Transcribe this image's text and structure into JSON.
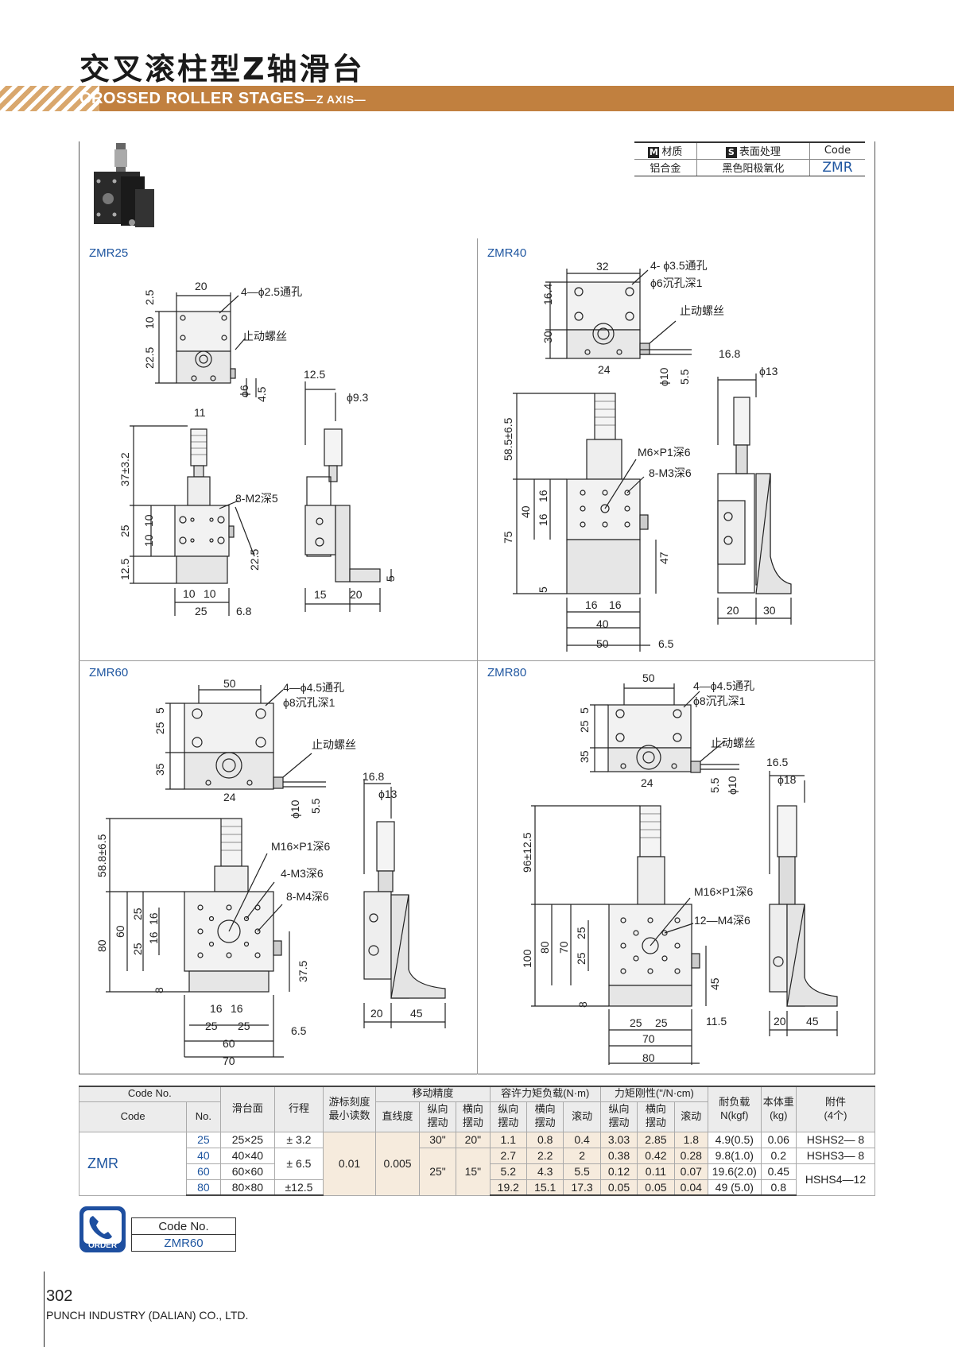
{
  "header": {
    "title_cn": "交叉滚柱型Z轴滑台",
    "title_en": "CROSSED ROLLER STAGES",
    "title_en_suffix": "—Z AXIS—"
  },
  "material_table": {
    "material_badge": "M",
    "material_label": "材质",
    "surface_badge": "S",
    "surface_label": "表面处理",
    "code_label": "Code",
    "material_value": "铝合金",
    "surface_value": "黑色阳极氧化",
    "code_value": "ZMR"
  },
  "models": {
    "zmr25": {
      "name": "ZMR25",
      "top_view": {
        "width": "20",
        "d1": "2.5",
        "d2": "10",
        "d3": "22.5",
        "hole_note": "4—ϕ2.5通孔",
        "screw_note": "止动螺丝",
        "phi6": "ϕ6",
        "d45": "4.5"
      },
      "front_view": {
        "d11": "11",
        "travel": "37±3.2",
        "d25": "25",
        "d10a": "10",
        "d10b": "10",
        "d125": "12.5",
        "tap_note": "8-M2深5",
        "d225": "22.5",
        "b10a": "10",
        "b10b": "10",
        "b25": "25",
        "b68": "6.8"
      },
      "side_view": {
        "d125": "12.5",
        "phi93": "ϕ9.3",
        "d15": "15",
        "d20": "20",
        "d5": "5"
      }
    },
    "zmr40": {
      "name": "ZMR40",
      "top_view": {
        "width": "32",
        "d164": "16.4",
        "d30": "30",
        "hole_note": "4- ϕ3.5通孔",
        "cb_note": "ϕ6沉孔深1",
        "screw_note": "止动螺丝",
        "phi10": "ϕ10",
        "d55": "5.5"
      },
      "front_view": {
        "d24": "24",
        "travel": "58.5±6.5",
        "m6_note": "M6×P1深6",
        "m3_note": "8-M3深6",
        "d40": "40",
        "d16a": "16",
        "d16b": "16",
        "d75": "75",
        "d47": "47",
        "d5": "5",
        "b16a": "16",
        "b16b": "16",
        "b40": "40",
        "b50": "50",
        "b65": "6.5"
      },
      "side_view": {
        "d168": "16.8",
        "phi13": "ϕ13",
        "d20": "20",
        "d30": "30"
      }
    },
    "zmr60": {
      "name": "ZMR60",
      "top_view": {
        "width": "50",
        "d25": "25",
        "d5": "5",
        "d35": "35",
        "hole_note": "4—ϕ4.5通孔",
        "cb_note": "ϕ8沉孔深1",
        "screw_note": "止动螺丝",
        "phi10": "ϕ10",
        "d55": "5.5"
      },
      "front_view": {
        "d24": "24",
        "travel": "58.8±6.5",
        "m16_note": "M16×P1深6",
        "m3_note": "4-M3深6",
        "m4_note": "8-M4深6",
        "d80": "80",
        "d60": "60",
        "d25a": "25",
        "d25b": "25",
        "d16a": "16",
        "d16b": "16",
        "d375": "37.5",
        "d8": "8",
        "b16a": "16",
        "b16b": "16",
        "b25a": "25",
        "b25b": "25",
        "b60": "60",
        "b70": "70",
        "b65": "6.5"
      },
      "side_view": {
        "d168": "16.8",
        "phi13": "ϕ13",
        "d20": "20",
        "d45": "45"
      }
    },
    "zmr80": {
      "name": "ZMR80",
      "top_view": {
        "width": "50",
        "d25": "25",
        "d5": "5",
        "d35": "35",
        "hole_note": "4—ϕ4.5通孔",
        "cb_note": "ϕ8沉孔深1",
        "screw_note": "止动螺丝",
        "phi10": "ϕ10",
        "d55": "5.5"
      },
      "front_view": {
        "d24": "24",
        "travel": "96±12.5",
        "m16_note": "M16×P1深6",
        "m4_note": "12—M4深6",
        "d100": "100",
        "d80": "80",
        "d70": "70",
        "d25a": "25",
        "d25b": "25",
        "d45": "45",
        "d8": "8",
        "b25a": "25",
        "b25b": "25",
        "b70": "70",
        "b80": "80",
        "b115": "11.5"
      },
      "side_view": {
        "d165": "16.5",
        "phi18": "ϕ18",
        "d20": "20",
        "d45": "45"
      }
    }
  },
  "spec_table": {
    "headers": {
      "code_no": "Code No.",
      "code": "Code",
      "no": "No.",
      "table_size": "滑台面",
      "travel": "行程",
      "vernier": [
        "游标刻度",
        "最小读数"
      ],
      "accuracy": "移动精度",
      "straightness": "直线度",
      "pitch_acc": [
        "纵向",
        "摆动"
      ],
      "yaw_acc": [
        "横向",
        "摆动"
      ],
      "moment": "容许力矩负载(N·m)",
      "pitch_m": [
        "纵向",
        "摆动"
      ],
      "yaw_m": [
        "横向",
        "摆动"
      ],
      "roll_m": "滚动",
      "stiffness": "力矩刚性(\"/N·cm)",
      "pitch_s": [
        "纵向",
        "摆动"
      ],
      "yaw_s": [
        "横向",
        "摆动"
      ],
      "roll_s": "滚动",
      "load": [
        "耐负载",
        "N(kgf)"
      ],
      "weight": [
        "本体重",
        "(kg)"
      ],
      "accessory": [
        "附件",
        "(4个)"
      ]
    },
    "code": "ZMR",
    "vernier_value": "0.01",
    "straightness_value": "0.005",
    "rows": [
      {
        "no": "25",
        "size": "25×25",
        "travel": "± 3.2",
        "pitch_acc": "30\"",
        "yaw_acc": "20\"",
        "pitch_m": "1.1",
        "yaw_m": "0.8",
        "roll_m": "0.4",
        "pitch_s": "3.03",
        "yaw_s": "2.85",
        "roll_s": "1.8",
        "load": "4.9(0.5)",
        "weight": "0.06",
        "accessory": "HSHS2— 8"
      },
      {
        "no": "40",
        "size": "40×40",
        "travel": "± 6.5",
        "pitch_m": "2.7",
        "yaw_m": "2.2",
        "roll_m": "2",
        "pitch_s": "0.38",
        "yaw_s": "0.42",
        "roll_s": "0.28",
        "load": "9.8(1.0)",
        "weight": "0.2",
        "accessory": "HSHS3— 8"
      },
      {
        "no": "60",
        "size": "60×60",
        "pitch_m": "5.2",
        "yaw_m": "4.3",
        "roll_m": "5.5",
        "pitch_s": "0.12",
        "yaw_s": "0.11",
        "roll_s": "0.07",
        "load": "19.6(2.0)",
        "weight": "0.45",
        "accessory": "HSHS4—12"
      },
      {
        "no": "80",
        "size": "80×80",
        "travel": "±12.5",
        "pitch_m": "19.2",
        "yaw_m": "15.1",
        "roll_m": "17.3",
        "pitch_s": "0.05",
        "yaw_s": "0.05",
        "roll_s": "0.04",
        "load": "49  (5.0)",
        "weight": "0.8"
      }
    ],
    "acc_25_80": {
      "pitch": "25\"",
      "yaw": "15\""
    }
  },
  "order": {
    "label": "ORDER",
    "code_no_label": "Code No.",
    "code_no_value": "ZMR60"
  },
  "footer": {
    "page": "302",
    "company": "PUNCH INDUSTRY (DALIAN) CO., LTD."
  }
}
